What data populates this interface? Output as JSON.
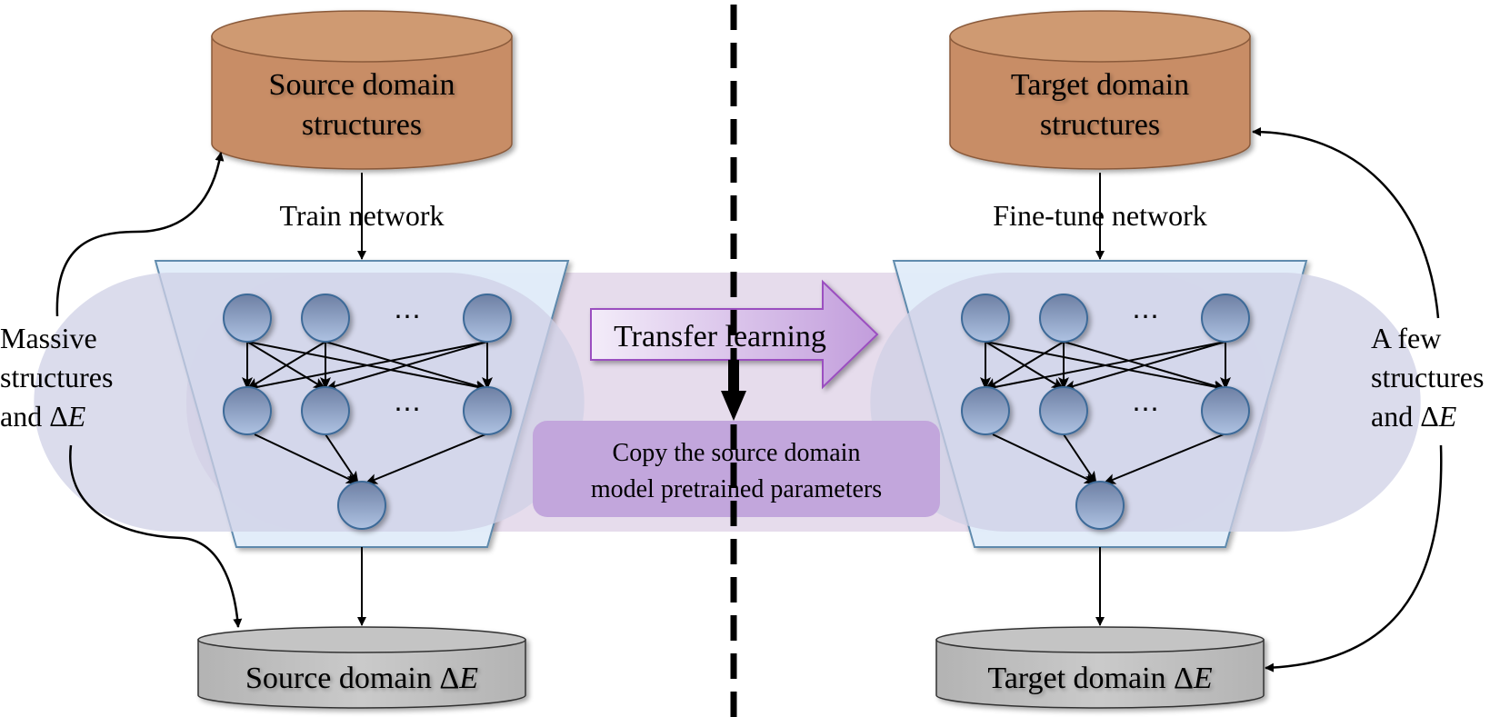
{
  "colors": {
    "cylinder_top": "#cf9a72",
    "cylinder_body": "#c88d66",
    "cylinder_stroke": "#8a5a3a",
    "db_fill": "#c3c3c3",
    "db_stroke": "#333333",
    "trapezoid_fill": "#e3effb",
    "trapezoid_stroke": "#5a86aa",
    "band_fill": "#e6dcec",
    "oval_fill": "#cfd0e6",
    "node_fill_top": "#6e80a4",
    "node_fill_bottom": "#a8bcdd",
    "node_stroke": "#3e6a98",
    "arrow_fill": "#c9a5e0",
    "arrow_stroke": "#8e44ad",
    "copy_box_fill": "#c2a6dc",
    "divider": "#000000"
  },
  "source": {
    "structures_label": [
      "Source domain",
      "structures"
    ],
    "train_label": "Train network",
    "energy_label": "Source domain ",
    "energy_symbol": "ΔE",
    "side_label": [
      "Massive",
      "structures",
      "and "
    ],
    "side_symbol": "ΔE"
  },
  "target": {
    "structures_label": [
      "Target domain",
      "structures"
    ],
    "train_label": "Fine-tune network",
    "energy_label": "Target domain ",
    "energy_symbol": "ΔE",
    "side_label": [
      "A few",
      "structures",
      "and "
    ],
    "side_symbol": "ΔE"
  },
  "transfer": {
    "arrow_label": "Transfer learning",
    "copy_label": [
      "Copy the source domain",
      "model pretrained parameters"
    ]
  },
  "network": {
    "ellipsis": "⋯",
    "layers": [
      3,
      3,
      1
    ]
  }
}
